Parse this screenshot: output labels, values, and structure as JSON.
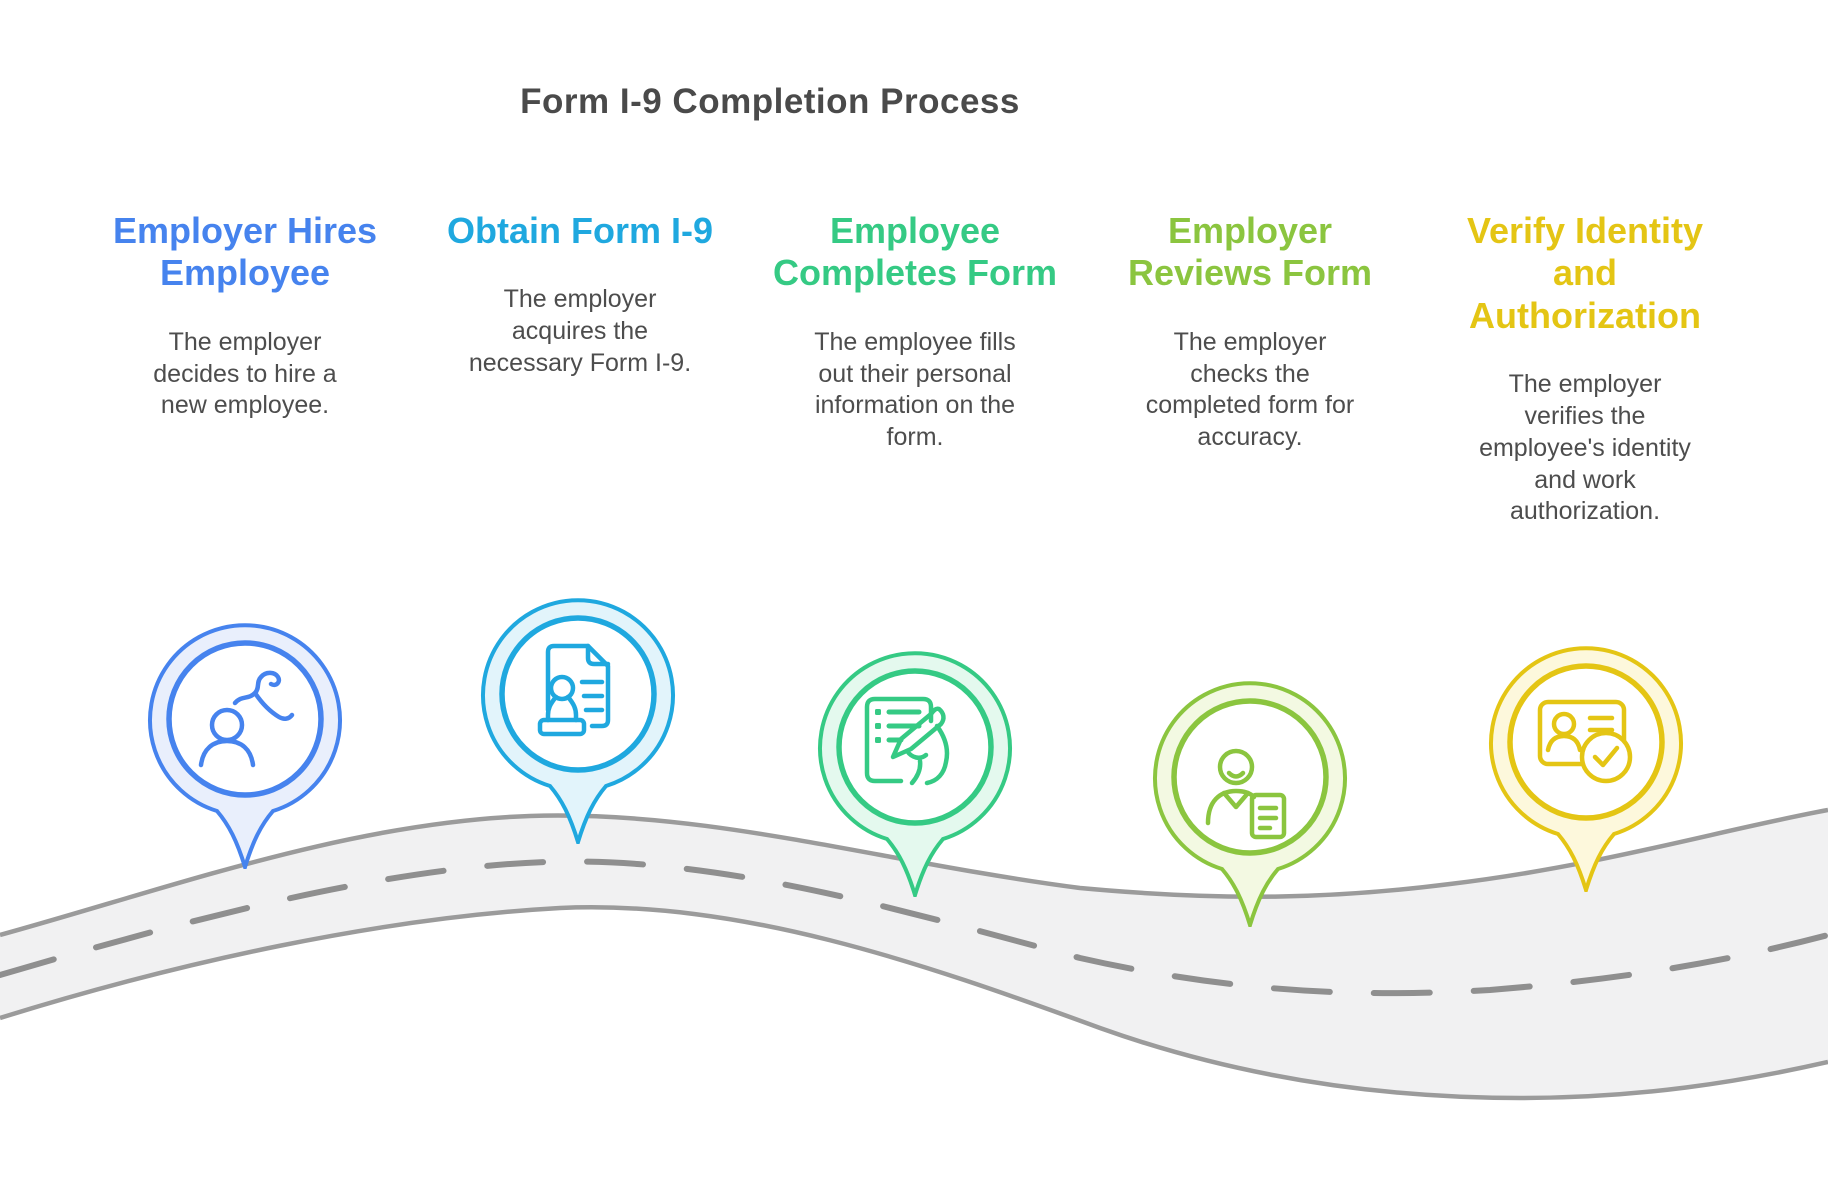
{
  "title": {
    "text": "Form I-9 Completion Process",
    "color": "#4a4a4a"
  },
  "steps": [
    {
      "title": "Employer Hires Employee",
      "description": "The employer decides to hire a new employee.",
      "accent": "#4683ee",
      "pin_tint": "#e9effc",
      "icon": "person-hire-icon"
    },
    {
      "title": "Obtain Form I-9",
      "description": "The employer acquires the necessary Form I-9.",
      "accent": "#1fa8df",
      "pin_tint": "#e2f4fb",
      "icon": "document-stamp-icon"
    },
    {
      "title": "Employee Completes Form",
      "description": "The employee fills out their personal information on the form.",
      "accent": "#35ca84",
      "pin_tint": "#e4f9ee",
      "icon": "form-signing-icon"
    },
    {
      "title": "Employer Reviews Form",
      "description": "The employer checks the completed form for accuracy.",
      "accent": "#8bc53f",
      "pin_tint": "#f3f9e2",
      "icon": "person-document-icon"
    },
    {
      "title": "Verify Identity and Authorization",
      "description": "The employer verifies the employee's identity and work authorization.",
      "accent": "#e4c514",
      "pin_tint": "#fdf8dc",
      "icon": "id-card-check-icon"
    }
  ],
  "road": {
    "fill": "#f1f1f2",
    "edge": "#9b9b9b",
    "dash": "#8f8f8f"
  }
}
